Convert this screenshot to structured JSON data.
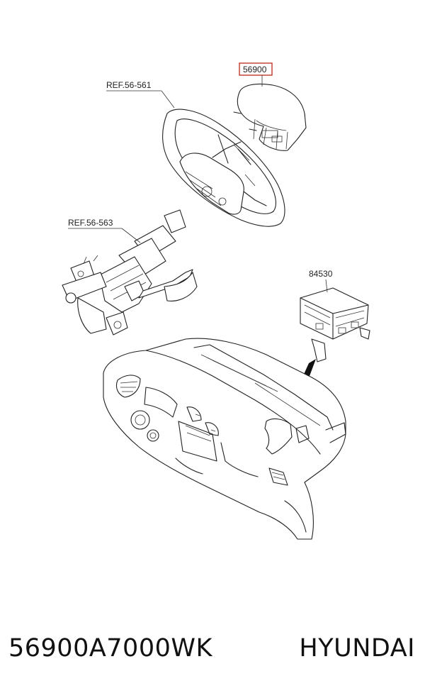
{
  "callouts": {
    "airbag_part": "56900",
    "steering_wheel_ref": "REF.56-561",
    "column_ref": "REF.56-563",
    "passenger_airbag_part": "84530"
  },
  "caption": {
    "part_number": "56900A7000WK",
    "brand": "HYUNDAI"
  },
  "colors": {
    "highlight_box": "#c0392b",
    "line": "#222222"
  }
}
